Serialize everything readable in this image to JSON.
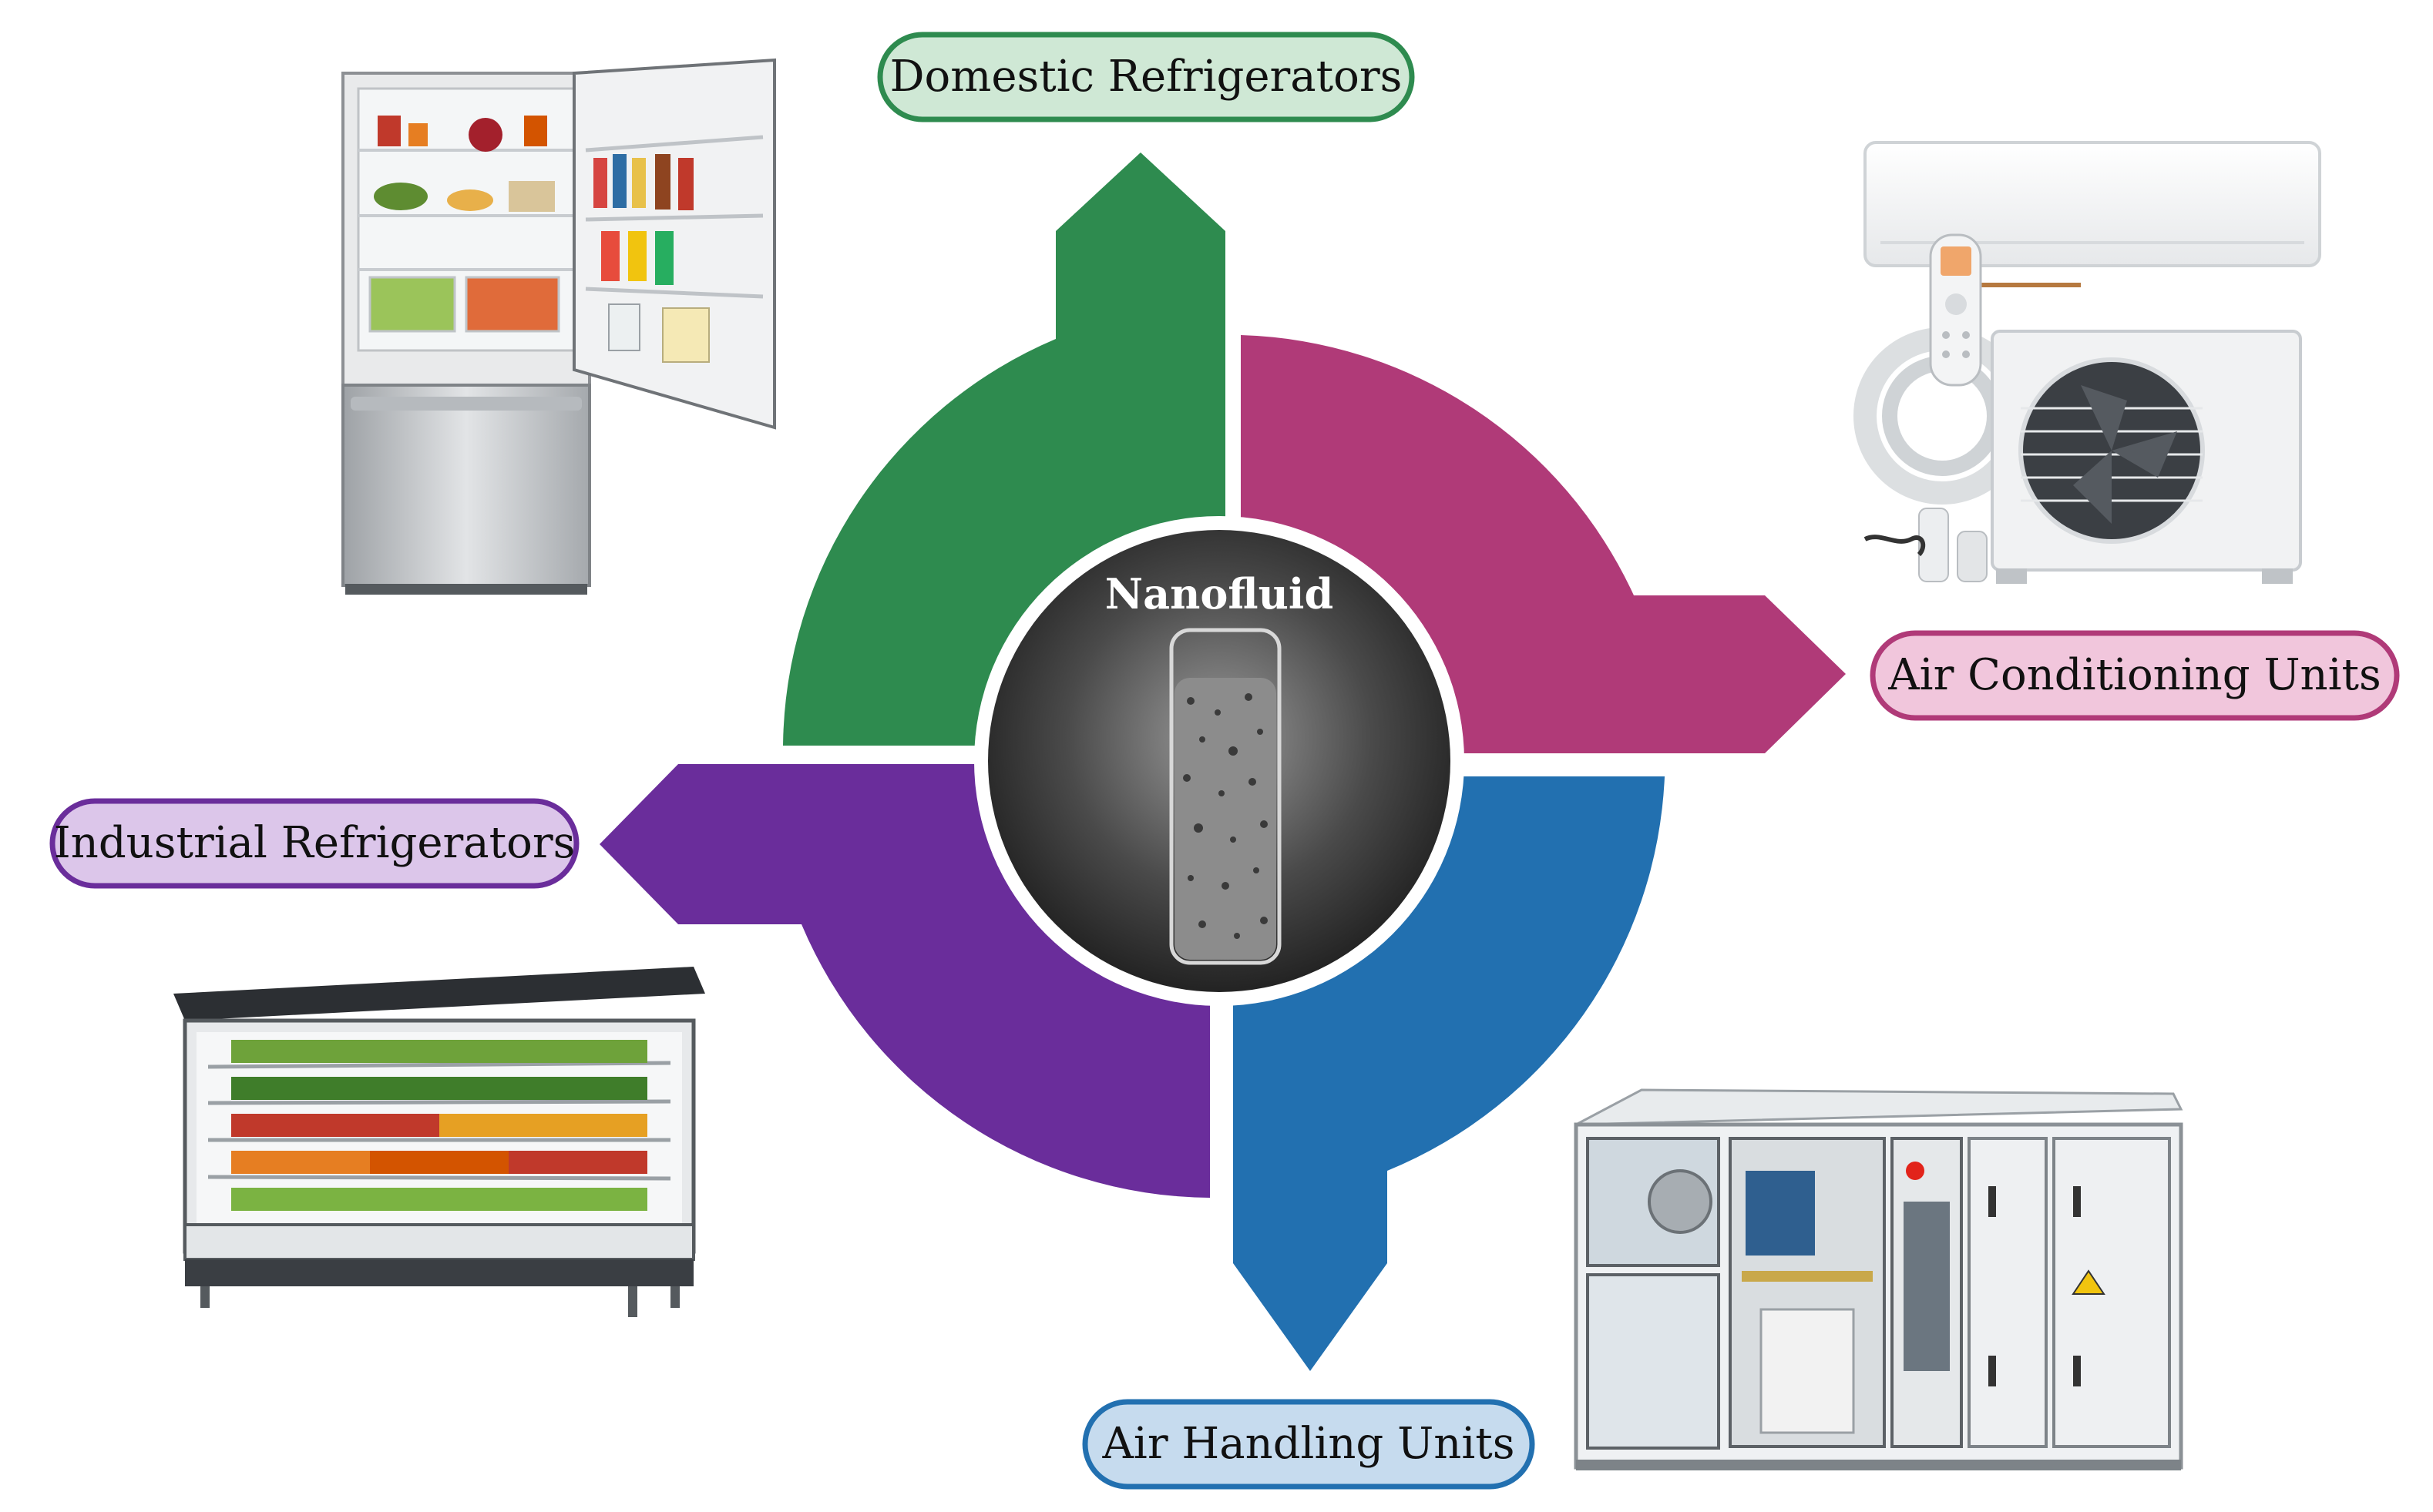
{
  "center": {
    "label": "Nanofluid"
  },
  "labels": {
    "domestic": "Domestic Refrigerators",
    "air_conditioning": "Air Conditioning Units",
    "industrial": "Industrial Refrigerators",
    "air_handling": "Air Handling Units"
  },
  "colors": {
    "green_arrow": "#2e8b4f",
    "pink_arrow": "#b03a78",
    "purple_arrow": "#6a2d9b",
    "blue_arrow": "#2270b0",
    "green_pill": "#cfe8d5",
    "pink_pill": "#f1c6dc",
    "purple_pill": "#dcc6ea",
    "blue_pill": "#c6dbee"
  },
  "illustrations": [
    {
      "name": "domestic-refrigerator",
      "description_icon": "fridge-icon"
    },
    {
      "name": "air-conditioner",
      "description_icon": "ac-icon"
    },
    {
      "name": "open-display-cooler",
      "description_icon": "display-cooler-icon"
    },
    {
      "name": "air-handling-unit",
      "description_icon": "ahu-icon"
    }
  ]
}
